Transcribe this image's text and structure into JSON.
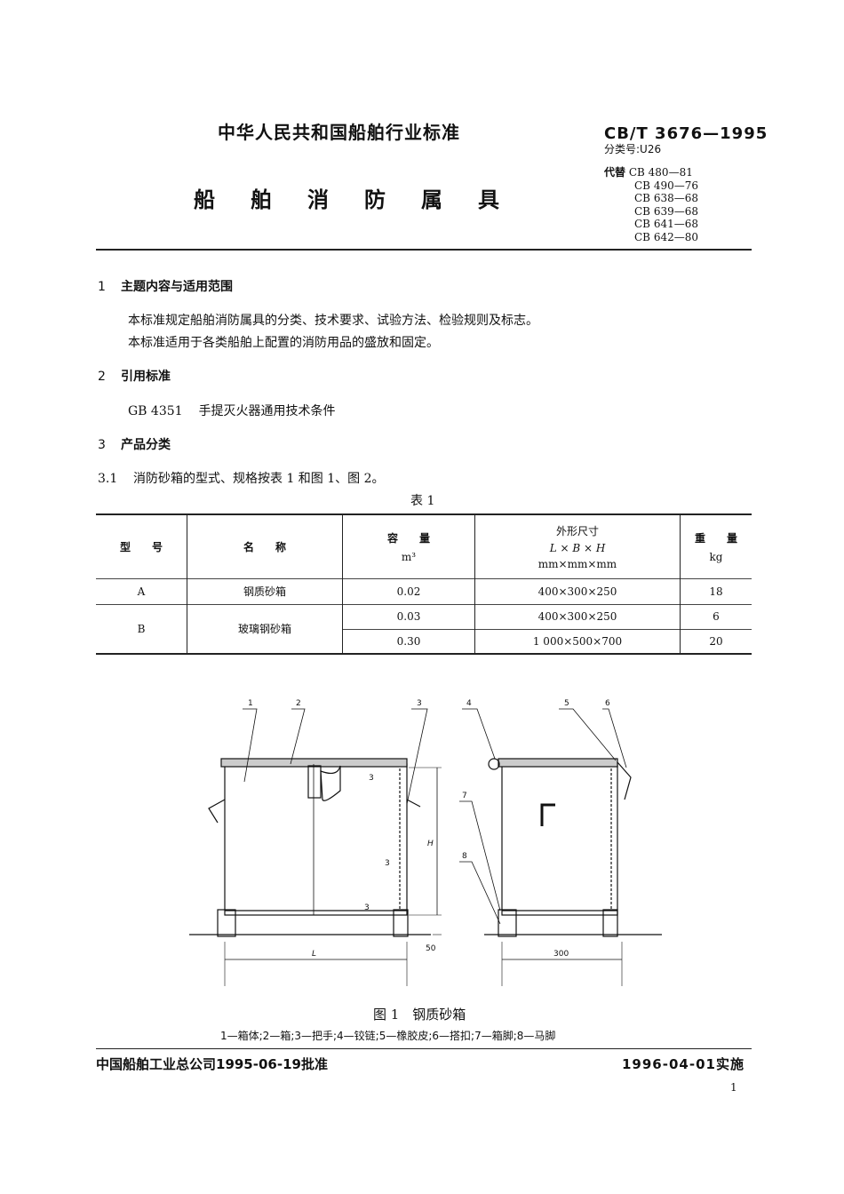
{
  "header": {
    "org": "中华人民共和国船舶行业标准",
    "title_chars": [
      "船",
      "舶",
      "消",
      "防",
      "属",
      "具"
    ],
    "std_code": "CB/T 3676—1995",
    "class_no": "分类号:U26",
    "replaces_label": "代替",
    "replaces": [
      "CB 480—81",
      "CB 490—76",
      "CB 638—68",
      "CB 639—68",
      "CB 641—68",
      "CB 642—80"
    ]
  },
  "sections": {
    "s1": {
      "num": "1",
      "title": "主题内容与适用范围",
      "p1": "本标准规定船舶消防属具的分类、技术要求、试验方法、检验规则及标志。",
      "p2": "本标准适用于各类船舶上配置的消防用品的盛放和固定。"
    },
    "s2": {
      "num": "2",
      "title": "引用标准",
      "ref_code": "GB 4351",
      "ref_title": "手提灭火器通用技术条件"
    },
    "s3": {
      "num": "3",
      "title": "产品分类",
      "sub_num": "3.1",
      "sub_text": "消防砂箱的型式、规格按表 1 和图 1、图 2。"
    }
  },
  "table": {
    "title": "表 1",
    "headers": {
      "type": "型　　号",
      "name": "名　　称",
      "capacity": "容　　量",
      "capacity_unit": "m³",
      "dims": "外形尺寸",
      "dims_formula": "L × B × H",
      "dims_unit": "mm×mm×mm",
      "weight": "重　　量",
      "weight_unit": "kg"
    },
    "rows": [
      {
        "type": "A",
        "name": "钢质砂箱",
        "capacity": "0.02",
        "dims": "400×300×250",
        "weight": "18"
      },
      {
        "type": "B",
        "name": "玻璃钢砂箱",
        "capacity": "0.03",
        "dims": "400×300×250",
        "weight": "6"
      },
      {
        "type": "",
        "name": "",
        "capacity": "0.30",
        "dims": "1 000×500×700",
        "weight": "20"
      }
    ]
  },
  "figure": {
    "callouts": [
      "1",
      "2",
      "3",
      "4",
      "5",
      "6",
      "7",
      "8"
    ],
    "dim_labels": {
      "h": "H",
      "l": "L",
      "d300": "300",
      "d50": "50",
      "t3": "3"
    },
    "caption": "图 1　钢质砂箱",
    "legend": "1—箱体;2—箱;3—把手;4—铰链;5—橡胶皮;6—搭扣;7—箱脚;8—马脚"
  },
  "footer": {
    "left": "中国船舶工业总公司1995-06-19批准",
    "right": "1996-04-01实施",
    "page": "1"
  }
}
